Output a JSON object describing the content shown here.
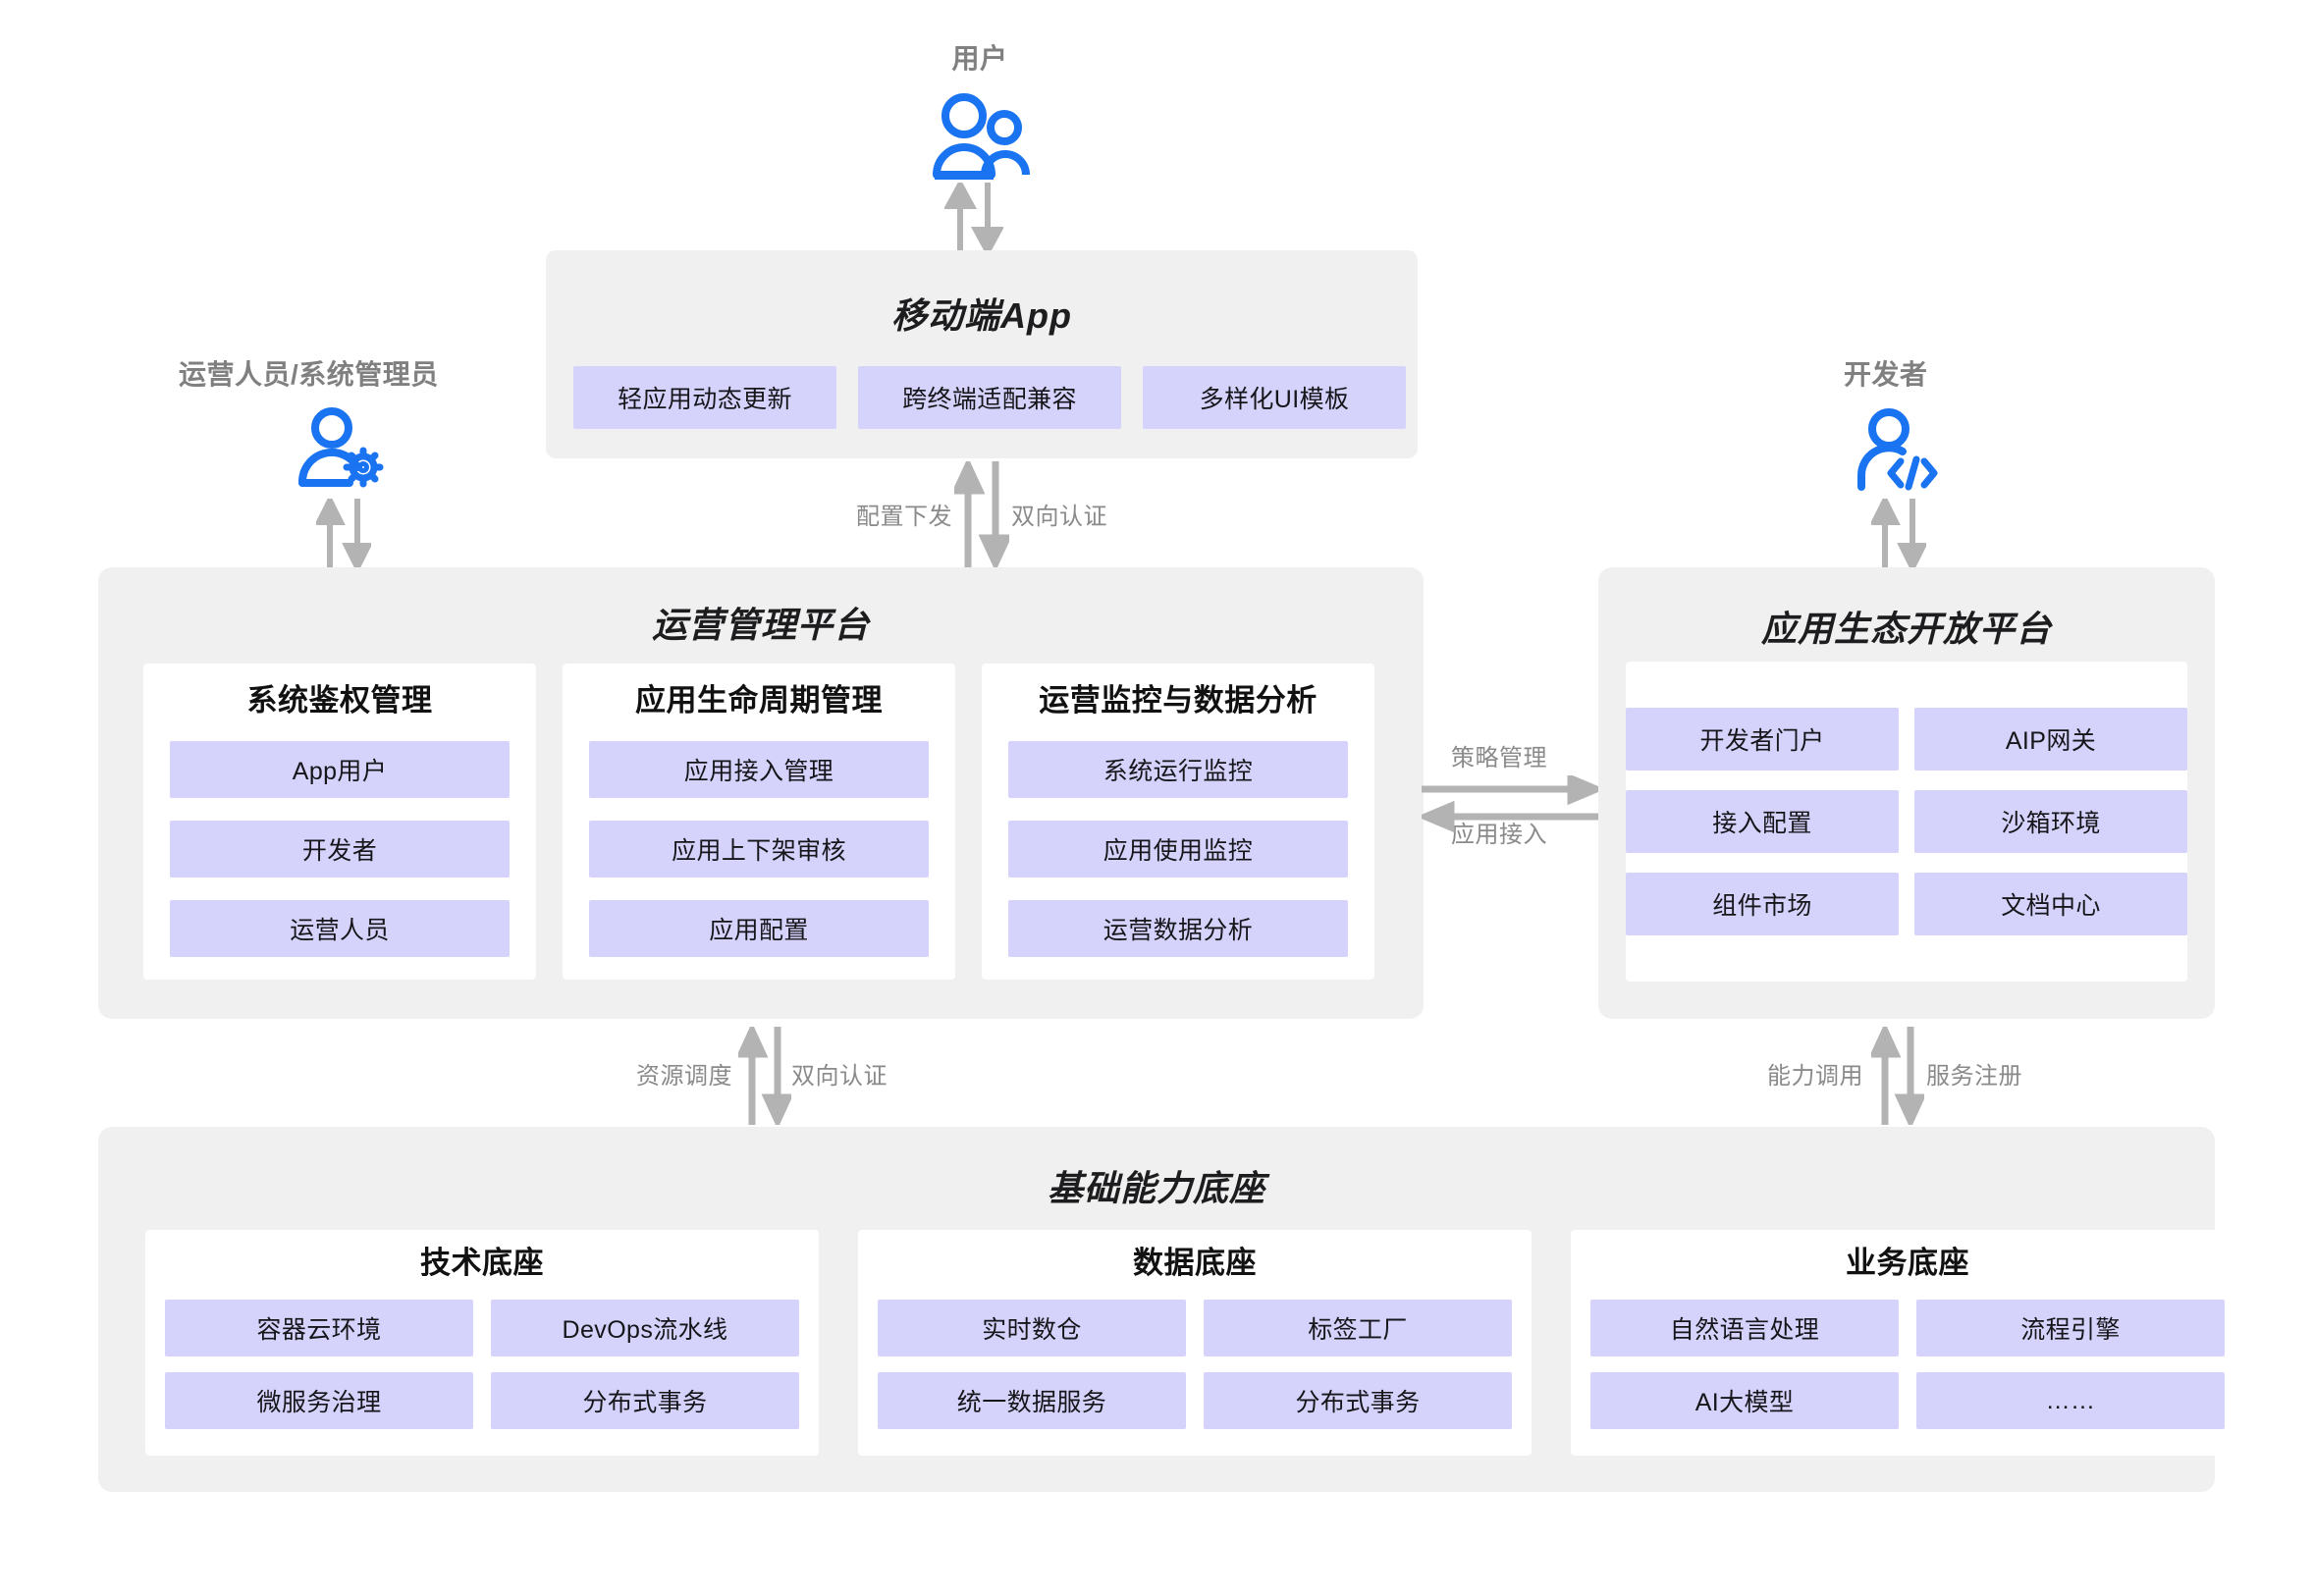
{
  "actors": {
    "user": {
      "label": "用户",
      "icon": "users-icon"
    },
    "operator": {
      "label": "运营人员/系统管理员",
      "icon": "user-gear-icon"
    },
    "developer": {
      "label": "开发者",
      "icon": "user-code-icon"
    }
  },
  "mobile_app": {
    "title": "移动端App",
    "chips": [
      "轻应用动态更新",
      "跨终端适配兼容",
      "多样化UI模板"
    ]
  },
  "ops_platform": {
    "title": "运营管理平台",
    "columns": [
      {
        "title": "系统鉴权管理",
        "items": [
          "App用户",
          "开发者",
          "运营人员"
        ]
      },
      {
        "title": "应用生命周期管理",
        "items": [
          "应用接入管理",
          "应用上下架审核",
          "应用配置"
        ]
      },
      {
        "title": "运营监控与数据分析",
        "items": [
          "系统运行监控",
          "应用使用监控",
          "运营数据分析"
        ]
      }
    ]
  },
  "eco_platform": {
    "title": "应用生态开放平台",
    "items": [
      "开发者门户",
      "AIP网关",
      "接入配置",
      "沙箱环境",
      "组件市场",
      "文档中心"
    ]
  },
  "foundation": {
    "title": "基础能力底座",
    "columns": [
      {
        "title": "技术底座",
        "items": [
          "容器云环境",
          "DevOps流水线",
          "微服务治理",
          "分布式事务"
        ]
      },
      {
        "title": "数据底座",
        "items": [
          "实时数仓",
          "标签工厂",
          "统一数据服务",
          "分布式事务"
        ]
      },
      {
        "title": "业务底座",
        "items": [
          "自然语言处理",
          "流程引擎",
          "AI大模型",
          "……"
        ]
      }
    ]
  },
  "connectors": {
    "user_to_app": {
      "left": "",
      "right": ""
    },
    "app_to_ops": {
      "left": "配置下发",
      "right": "双向认证"
    },
    "ops_to_eco": {
      "top": "策略管理",
      "bottom": "应用接入"
    },
    "ops_to_foundation": {
      "left": "资源调度",
      "right": "双向认证"
    },
    "eco_to_foundation": {
      "left": "能力调用",
      "right": "服务注册"
    }
  },
  "colors": {
    "chip": "#D5D3FB",
    "panel_bg": "#F0F0F0",
    "subpanel_bg": "#FFFFFF",
    "accent_blue": "#1A73F0",
    "arrow_gray": "#B3B3B3",
    "label_gray": "#8A8A8A"
  }
}
